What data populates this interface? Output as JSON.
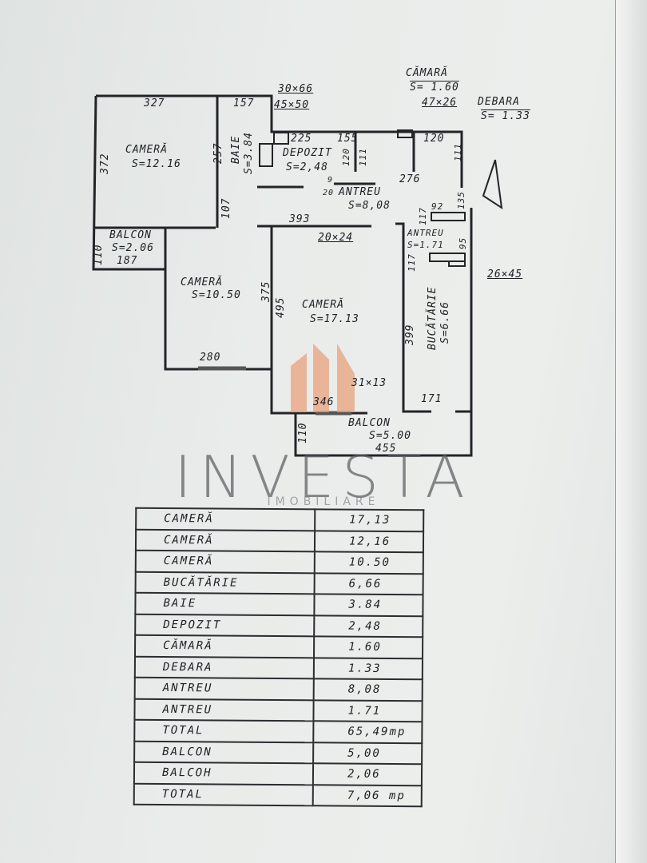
{
  "plan": {
    "labels": [
      "CAMERĂ",
      "S=12.16",
      "BAIE",
      "S=3.84",
      "DEPOZIT",
      "S=2,48",
      "CĂMARĂ",
      "S= 1.60",
      "DEBARA",
      "S= 1.33",
      "ANTREU",
      "S=8,08",
      "ANTREU",
      "S=1.71",
      "BALCON",
      "S=2.06",
      "CAMERĂ",
      "S=10.50",
      "CAMERĂ",
      "S=17.13",
      "BUCĂTĂRIE",
      "S=6.66",
      "BALCON",
      "S=5.00"
    ],
    "dimensions": [
      "327",
      "157",
      "372",
      "257",
      "107",
      "110",
      "187",
      "30×66",
      "45×50",
      "225",
      "120",
      "111",
      "155",
      "47×26",
      "120",
      "111",
      "276",
      "9",
      "20",
      "92",
      "135",
      "117",
      "95",
      "117",
      "393",
      "20×24",
      "26×45",
      "375",
      "495",
      "280",
      "399",
      "31×13",
      "346",
      "171",
      "110",
      "455"
    ]
  },
  "watermark": {
    "brand": "INVESTA",
    "sub": "IMOBILIARE",
    "logo_color": "#e8a27c"
  },
  "table": {
    "rows": [
      {
        "name": "CAMERĂ",
        "value": "17,13"
      },
      {
        "name": "CAMERĂ",
        "value": "12,16"
      },
      {
        "name": "CAMERĂ",
        "value": "10.50"
      },
      {
        "name": "BUCĂTĂRIE",
        "value": "6,66"
      },
      {
        "name": "BAIE",
        "value": "3.84"
      },
      {
        "name": "DEPOZIT",
        "value": "2,48"
      },
      {
        "name": "CĂMARĂ",
        "value": "1.60"
      },
      {
        "name": "DEBARA",
        "value": "1.33"
      },
      {
        "name": "ANTREU",
        "value": "8,08"
      },
      {
        "name": "ANTREU",
        "value": "1.71"
      },
      {
        "name": "TOTAL",
        "value": "65,49mp"
      },
      {
        "name": "BALCON",
        "value": "5,00"
      },
      {
        "name": "BALCOH",
        "value": "2,06"
      },
      {
        "name": "TOTAL",
        "value": "7,06 mp"
      }
    ]
  }
}
